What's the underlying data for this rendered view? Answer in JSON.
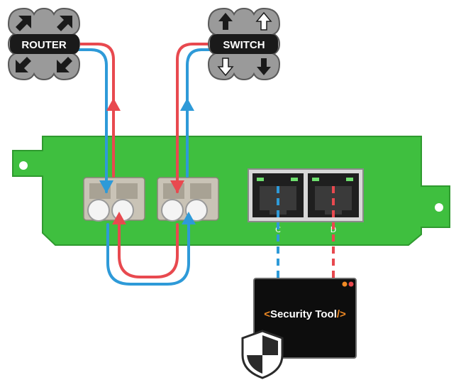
{
  "router": {
    "label": "ROUTER"
  },
  "switch": {
    "label": "SWITCH"
  },
  "ports": {
    "c_label": "C",
    "d_label": "D"
  },
  "tool": {
    "bracket_open": "<",
    "name": "Security Tool",
    "bracket_close": "/>"
  },
  "colors": {
    "board": "#3fbf3f",
    "board_dark": "#2f9a2f",
    "red_path": "#e8494f",
    "blue_path": "#2e9ad8",
    "accent_orange": "#f08a24",
    "badge": "#1a1a1a"
  },
  "icons": {
    "router_badge": "router-icon",
    "switch_badge": "switch-icon",
    "shield": "shield-icon"
  }
}
